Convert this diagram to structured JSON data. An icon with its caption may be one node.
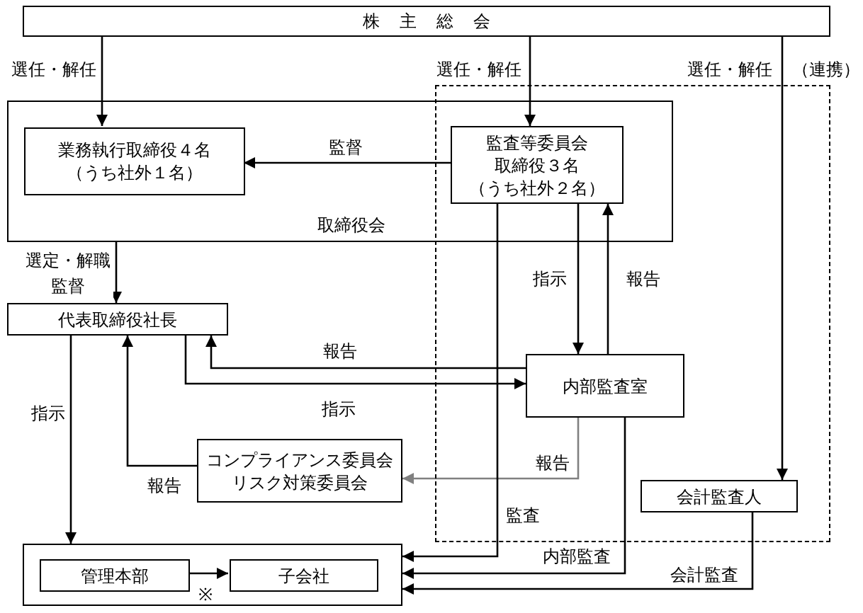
{
  "diagram": {
    "nodes": [
      {
        "text": [
          "株主総会"
        ]
      },
      {
        "text": [
          "取締役会"
        ]
      },
      {
        "text": [
          "業務執行取締役４名（うち社外１名）"
        ],
        "in": 1
      },
      {
        "text": [
          "監査等委員会",
          "取締役３名（うち社外２名）"
        ]
      },
      {
        "text": [
          "（連携）"
        ]
      },
      {
        "text": [
          "代表取締役社長"
        ]
      },
      {
        "text": [
          "内部監査室"
        ],
        "in": 4
      },
      {
        "text": [
          "コンプライアンス委員会",
          "リスク対策委員会"
        ]
      },
      {
        "text": [
          "会計監査人"
        ],
        "in": 4
      },
      {
        "text": [],
        "shape": "box"
      },
      {
        "text": [
          "管理本部"
        ],
        "in": 9
      },
      {
        "text": [
          "子会社"
        ],
        "in": 9
      }
    ],
    "edges": [
      {
        "from": 0,
        "to": 2,
        "arrow": "to",
        "label": "選任・解任"
      },
      {
        "from": 0,
        "to": 3,
        "arrow": "to",
        "label": "選任・解任"
      },
      {
        "from": 0,
        "to": 8,
        "arrow": "to",
        "label": "選任・解任"
      },
      {
        "from": 3,
        "to": 2,
        "arrow": "to",
        "label": "監督"
      },
      {
        "from": 1,
        "to": 5,
        "arrow": "to",
        "label": "選定・解職監督"
      },
      {
        "from": 3,
        "to": 6,
        "arrow": "to",
        "label": "指示"
      },
      {
        "from": 6,
        "to": 3,
        "arrow": "to",
        "label": "報告"
      },
      {
        "from": 6,
        "to": 5,
        "arrow": "to",
        "label": "報告"
      },
      {
        "from": 5,
        "to": 6,
        "arrow": "to",
        "label": "指示"
      },
      {
        "from": 5,
        "to": 9,
        "arrow": "to",
        "label": "指示"
      },
      {
        "from": 7,
        "to": 5,
        "arrow": "to",
        "label": "報告"
      },
      {
        "from": 6,
        "to": 7,
        "arrow": "to",
        "label": "報告",
        "color": "#808080"
      },
      {
        "from": 3,
        "to": 9,
        "arrow": "to",
        "label": "監査"
      },
      {
        "from": 6,
        "to": 9,
        "arrow": "to",
        "label": "内部監査"
      },
      {
        "from": 8,
        "to": 9,
        "arrow": "to",
        "label": "会計監査"
      },
      {
        "from": 10,
        "to": 11,
        "arrow": "to",
        "label": "※"
      }
    ]
  }
}
